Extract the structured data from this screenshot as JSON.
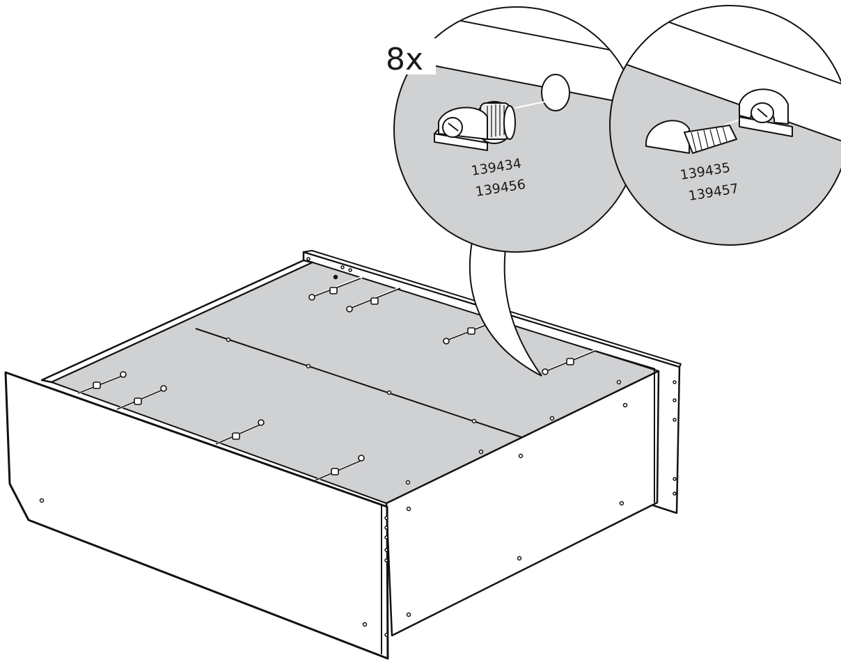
{
  "quantity": "8x",
  "detail_left": {
    "part_numbers": [
      "139434",
      "139456"
    ]
  },
  "detail_right": {
    "part_numbers": [
      "139435",
      "139457"
    ]
  }
}
